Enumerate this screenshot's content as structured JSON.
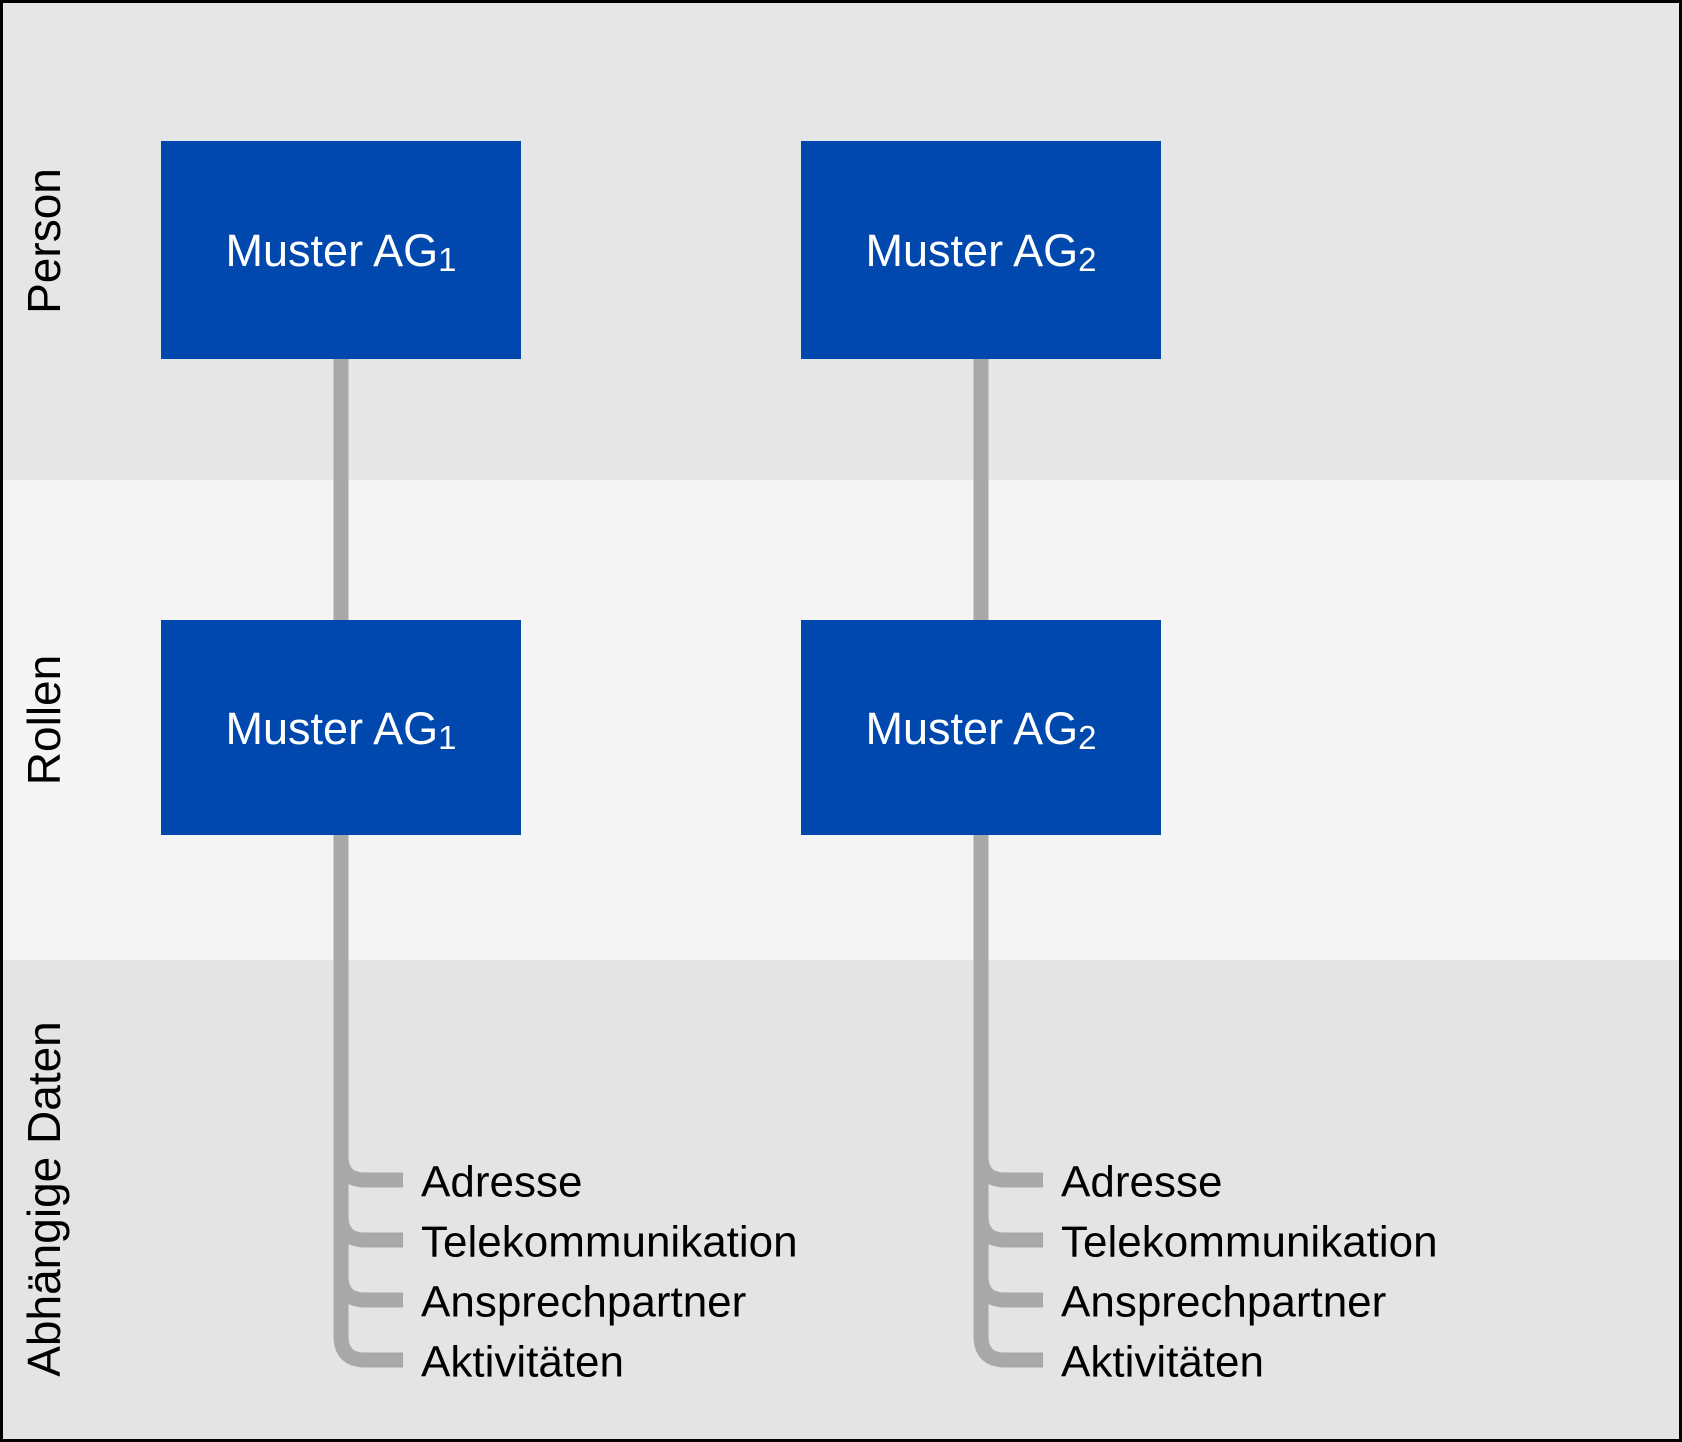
{
  "diagram": {
    "bands": [
      {
        "label": "Person",
        "bg": "#e6e6e6"
      },
      {
        "label": "Rollen",
        "bg": "#f4f4f4"
      },
      {
        "label": "Abhängige Daten",
        "bg": "#e4e4e4"
      }
    ],
    "columns": [
      {
        "person_box": {
          "base": "Muster AG",
          "sub": "1"
        },
        "role_box": {
          "base": "Muster AG",
          "sub": "1"
        },
        "dependents": [
          "Adresse",
          "Telekommunikation",
          "Ansprechpartner",
          "Aktivitäten"
        ]
      },
      {
        "person_box": {
          "base": "Muster AG",
          "sub": "2"
        },
        "role_box": {
          "base": "Muster AG",
          "sub": "2"
        },
        "dependents": [
          "Adresse",
          "Telekommunikation",
          "Ansprechpartner",
          "Aktivitäten"
        ]
      }
    ],
    "colors": {
      "box_fill": "#0048ad",
      "box_text": "#ffffff",
      "connector": "#a8a8a8",
      "label_text": "#000000",
      "border": "#000000"
    }
  }
}
